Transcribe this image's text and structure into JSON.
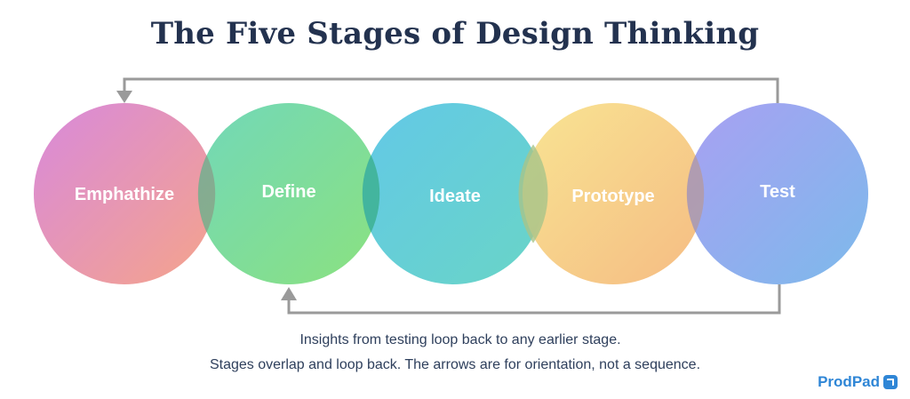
{
  "title": "The Five Stages of Design Thinking",
  "stages": [
    {
      "label": "Emphathize",
      "color_a": "#d889dc",
      "color_b": "#f5a48a"
    },
    {
      "label": "Define",
      "color_a": "#6cd6b6",
      "color_b": "#86e07a"
    },
    {
      "label": "Ideate",
      "color_a": "#5cc6e6",
      "color_b": "#63d3c4"
    },
    {
      "label": "Prototype",
      "color_a": "#f8e38e",
      "color_b": "#f5b97e"
    },
    {
      "label": "Test",
      "color_a": "#a59cf2",
      "color_b": "#77b7ea"
    }
  ],
  "captions": {
    "loop_note": "Insights from testing loop back to any earlier stage.",
    "orientation_note": "Stages overlap and loop back. The arrows are for orientation, not a sequence."
  },
  "brand": {
    "name": "ProdPad",
    "color": "#2f86d6"
  },
  "arrow_color": "#9a9a9a"
}
